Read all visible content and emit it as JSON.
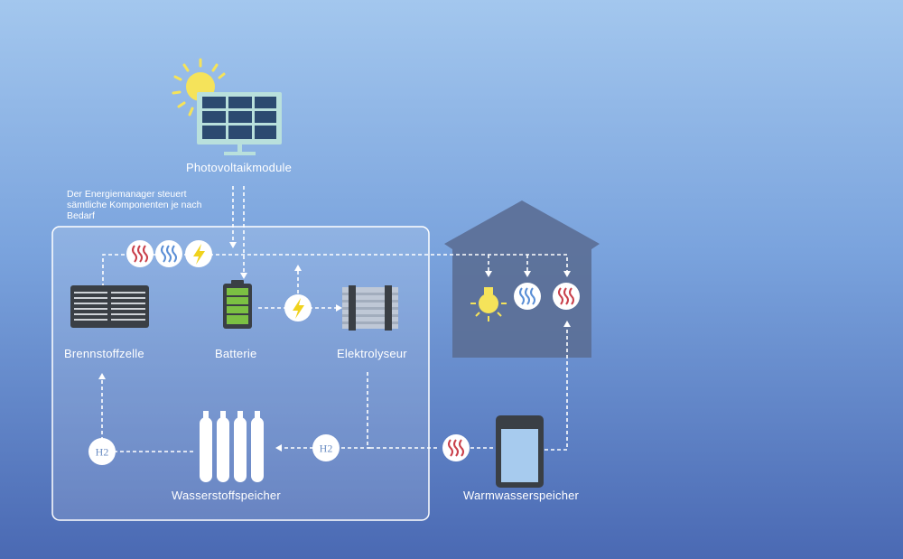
{
  "note": "Der Energiemanager steuert sämtliche Komponenten je nach Bedarf",
  "labels": {
    "photovoltaik": "Photovoltaikmodule",
    "brennstoffzelle": "Brennstoffzelle",
    "batterie": "Batterie",
    "elektrolyseur": "Elektrolyseur",
    "wasserstoffspeicher": "Wasserstoffspeicher",
    "warmwasserspeicher": "Warmwasserspeicher"
  },
  "h2": {
    "left": "H2",
    "right": "H2"
  },
  "colors": {
    "sun": "#f5e35a",
    "panel_frame": "#b9e0dc",
    "panel_cell": "#2c4a70",
    "house": "#5d7197",
    "battery_fill": "#7bc043",
    "heat_red": "#c9404b",
    "heat_blue": "#5b8fd6",
    "bolt": "#f0d21d"
  }
}
